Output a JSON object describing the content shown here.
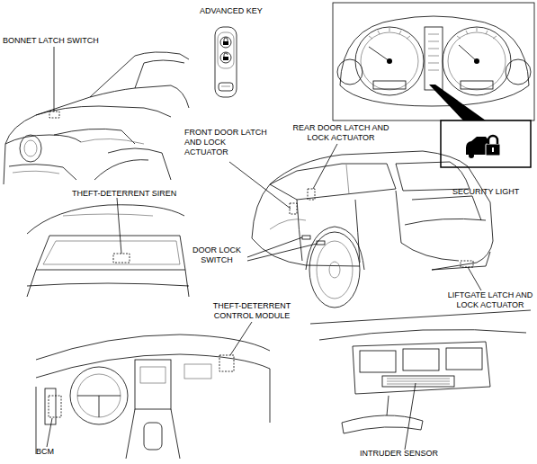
{
  "diagram": {
    "labels": [
      "ADVANCED KEY",
      "BONNET LATCH SWITCH",
      "FRONT DOOR LATCH AND LOCK ACTUATOR",
      "REAR DOOR LATCH AND LOCK ACTUATOR",
      "SECURITY LIGHT",
      "THEFT-DETERRENT SIREN",
      "DOOR LOCK SWITCH",
      "THEFT-DETERRENT CONTROL MODULE",
      "LIFTGATE LATCH AND LOCK ACTUATOR",
      "BCM",
      "INTRUDER SENSOR"
    ]
  }
}
